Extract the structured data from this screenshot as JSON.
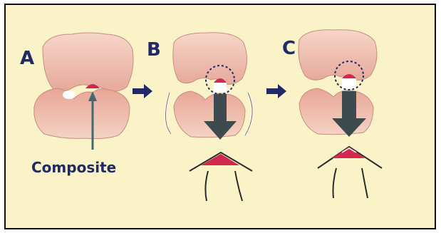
{
  "panels": [
    {
      "letter": "A"
    },
    {
      "letter": "B"
    },
    {
      "letter": "C"
    }
  ],
  "annotation": {
    "text": "Composite"
  },
  "colors": {
    "background": "#fbf3c8",
    "tooth": "#f0c6b8",
    "gum": "#d98f84",
    "composite": "#d0284f",
    "arrow_dark": "#3d4a4e",
    "arrow_blue": "#1f2a66"
  }
}
